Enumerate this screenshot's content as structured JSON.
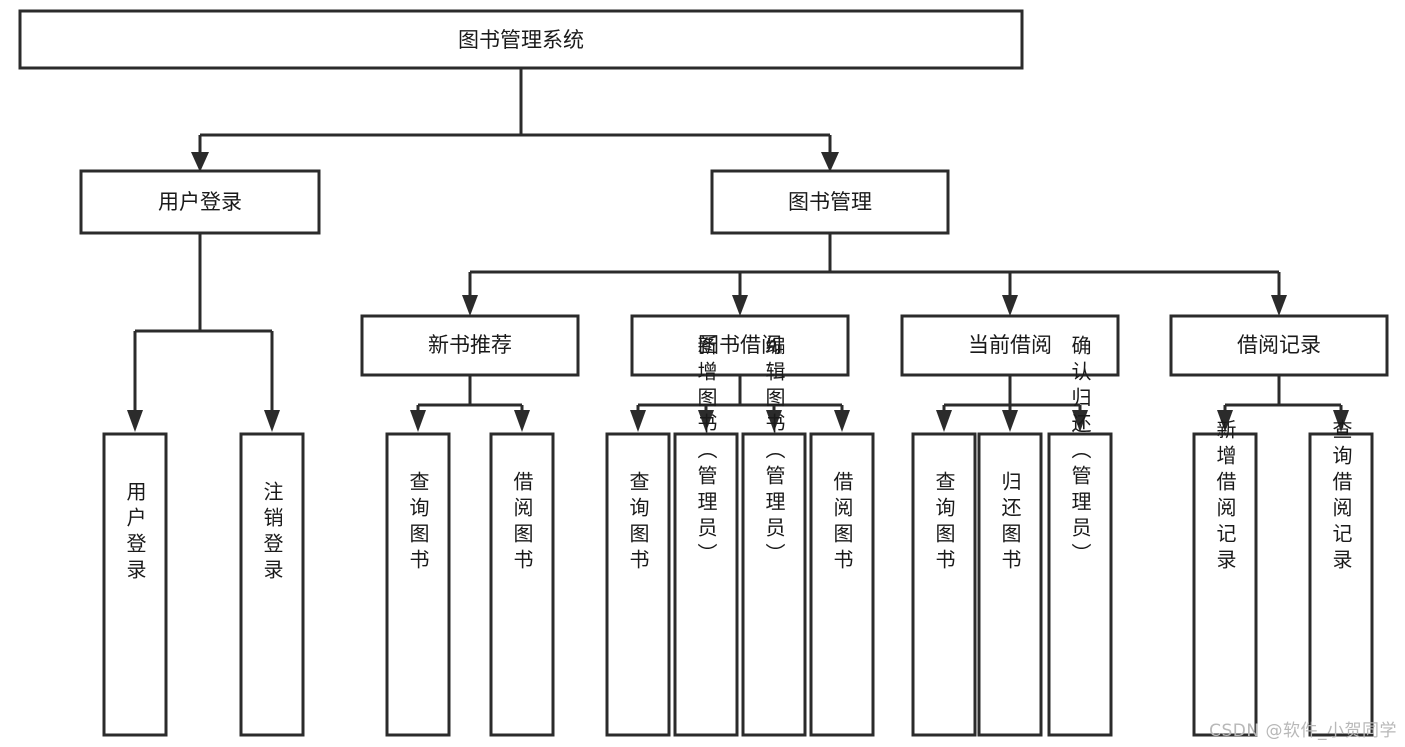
{
  "diagram": {
    "type": "tree",
    "title": "图书管理系统",
    "watermark": "CSDN @软件_小贺同学",
    "colors": {
      "box_stroke": "#2b2b2b",
      "box_fill": "#ffffff",
      "text": "#1a1a1a",
      "background": "#ffffff",
      "watermark": "#b8b8b8"
    },
    "levels": {
      "root": "图书管理系统",
      "level2": [
        "用户登录",
        "图书管理"
      ],
      "level3": [
        "新书推荐",
        "图书借阅",
        "当前借阅",
        "借阅记录"
      ]
    },
    "nodes": {
      "root": {
        "label": "图书管理系统"
      },
      "user_login": {
        "label": "用户登录"
      },
      "book_manage": {
        "label": "图书管理"
      },
      "new_book_rec": {
        "label": "新书推荐"
      },
      "book_borrow": {
        "label": "图书借阅"
      },
      "current_borrow": {
        "label": "当前借阅"
      },
      "borrow_record": {
        "label": "借阅记录"
      },
      "leaf_user_login": {
        "label": "用户登录"
      },
      "leaf_logout": {
        "label": "注销登录"
      },
      "leaf_query_book_1": {
        "label": "查询图书"
      },
      "leaf_borrow_book_1": {
        "label": "借阅图书"
      },
      "leaf_query_book_2": {
        "label": "查询图书"
      },
      "leaf_add_book": {
        "label": "新增图书（管理员）"
      },
      "leaf_edit_book": {
        "label": "编辑图书（管理员）"
      },
      "leaf_borrow_book_2": {
        "label": "借阅图书"
      },
      "leaf_query_book_3": {
        "label": "查询图书"
      },
      "leaf_return_book": {
        "label": "归还图书"
      },
      "leaf_confirm_return": {
        "label": "确认归还（管理员）"
      },
      "leaf_add_record": {
        "label": "新增借阅记录"
      },
      "leaf_query_record": {
        "label": "查询借阅记录"
      }
    },
    "edges": [
      {
        "from": "root",
        "to": "user_login"
      },
      {
        "from": "root",
        "to": "book_manage"
      },
      {
        "from": "user_login",
        "to": "leaf_user_login"
      },
      {
        "from": "user_login",
        "to": "leaf_logout"
      },
      {
        "from": "book_manage",
        "to": "new_book_rec"
      },
      {
        "from": "book_manage",
        "to": "book_borrow"
      },
      {
        "from": "book_manage",
        "to": "current_borrow"
      },
      {
        "from": "book_manage",
        "to": "borrow_record"
      },
      {
        "from": "new_book_rec",
        "to": "leaf_query_book_1"
      },
      {
        "from": "new_book_rec",
        "to": "leaf_borrow_book_1"
      },
      {
        "from": "book_borrow",
        "to": "leaf_query_book_2"
      },
      {
        "from": "book_borrow",
        "to": "leaf_add_book"
      },
      {
        "from": "book_borrow",
        "to": "leaf_edit_book"
      },
      {
        "from": "book_borrow",
        "to": "leaf_borrow_book_2"
      },
      {
        "from": "current_borrow",
        "to": "leaf_query_book_3"
      },
      {
        "from": "current_borrow",
        "to": "leaf_return_book"
      },
      {
        "from": "current_borrow",
        "to": "leaf_confirm_return"
      },
      {
        "from": "borrow_record",
        "to": "leaf_add_record"
      },
      {
        "from": "borrow_record",
        "to": "leaf_query_record"
      }
    ]
  }
}
